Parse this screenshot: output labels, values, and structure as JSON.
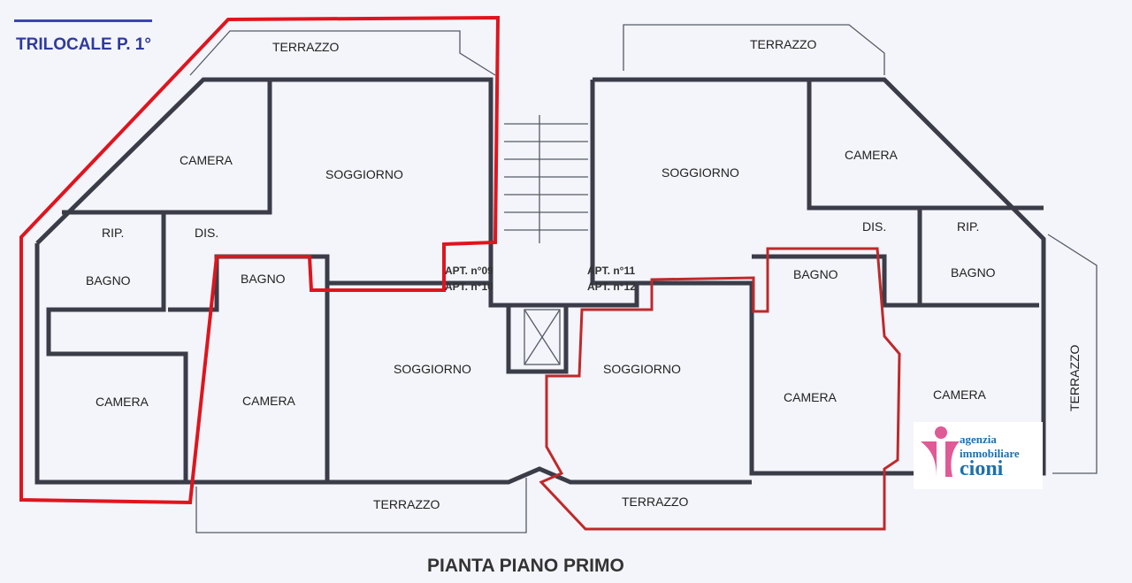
{
  "heading": "TRILOCALE P. 1°",
  "plan_title": "PIANTA PIANO PRIMO",
  "rooms": {
    "terrazzo_nw": "TERRAZZO",
    "terrazzo_ne": "TERRAZZO",
    "terrazzo_sw": "TERRAZZO",
    "terrazzo_s": "TERRAZZO",
    "terrazzo_e": "TERRAZZO",
    "camera_nw": "CAMERA",
    "soggiorno_n1": "SOGGIORNO",
    "soggiorno_n2": "SOGGIORNO",
    "camera_ne": "CAMERA",
    "rip_w": "RIP.",
    "dis_w": "DIS.",
    "dis_e": "DIS.",
    "rip_e": "RIP.",
    "bagno_w1": "BAGNO",
    "bagno_w2": "BAGNO",
    "bagno_e1": "BAGNO",
    "bagno_e2": "BAGNO",
    "camera_sw1": "CAMERA",
    "camera_sw2": "CAMERA",
    "soggiorno_s1": "SOGGIORNO",
    "soggiorno_s2": "SOGGIORNO",
    "camera_se1": "CAMERA",
    "camera_se2": "CAMERA"
  },
  "apartments": [
    "APT. n°09",
    "APT. n°10",
    "APT. n°11",
    "APT. n°12"
  ],
  "logo": {
    "line1": "agenzia",
    "line2": "immobiliare",
    "line3": "cioni"
  },
  "colors": {
    "highlight_main": "#e0141e",
    "highlight_secondary": "#c0282a",
    "heading": "#2f3a9c"
  }
}
